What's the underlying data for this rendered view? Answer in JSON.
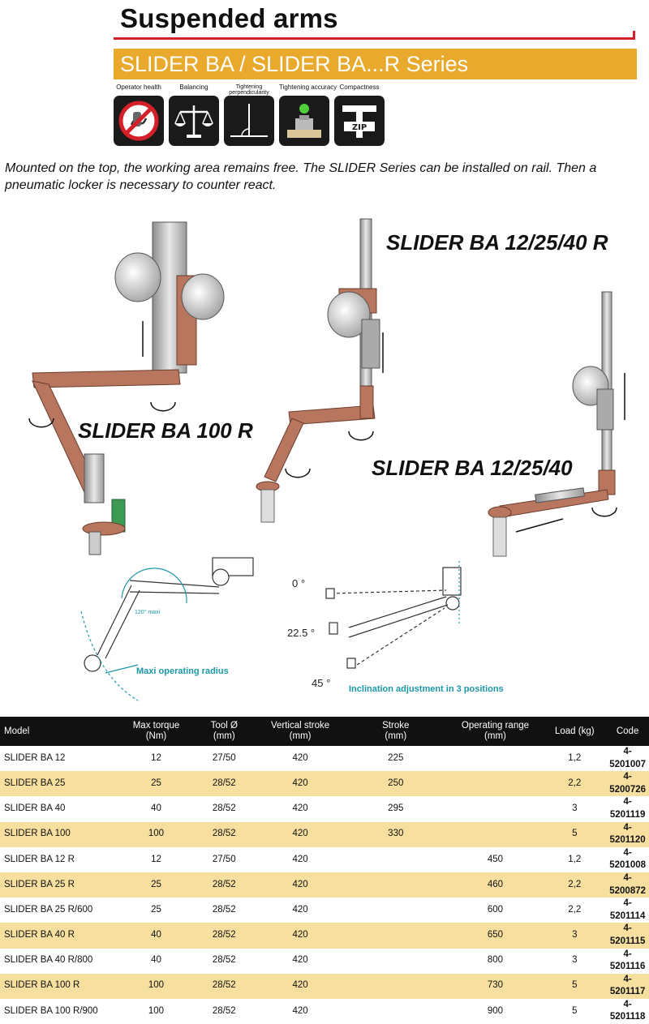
{
  "header": {
    "title": "Suspended arms",
    "series": "SLIDER BA / SLIDER BA...R Series"
  },
  "features": [
    {
      "label": "Operator health",
      "icon": "no-vibration-icon"
    },
    {
      "label": "Balancing",
      "icon": "balance-scale-icon"
    },
    {
      "label": "Tightening perpendicularity",
      "icon": "perpendicular-icon"
    },
    {
      "label": "Tightening accuracy",
      "icon": "accuracy-icon"
    },
    {
      "label": "Compactness",
      "icon": "zip-compact-icon"
    }
  ],
  "description": "Mounted on the top, the working area remains free. The SLIDER Series can be installed on rail. Then a pneumatic locker is necessary to counter react.",
  "products": {
    "r_series": "SLIDER BA 12/25/40 R",
    "ba100r": "SLIDER BA 100 R",
    "ba_series": "SLIDER BA 12/25/40"
  },
  "diagrams": {
    "radius_label": "Maxi operating radius",
    "angle_max": "120° maxi",
    "inclination_label": "Inclination adjustment in 3 positions",
    "angles": [
      "0 °",
      "22.5 °",
      "45 °"
    ]
  },
  "colors": {
    "banner": "#e8a92c",
    "accent_red": "#d42028",
    "row_alt": "#f7dfa0",
    "diagram_teal": "#1c97a8",
    "arm_copper": "#b8765f"
  },
  "table": {
    "headers": {
      "model": "Model",
      "torque": "Max torque\n(Nm)",
      "tool": "Tool Ø\n(mm)",
      "vstroke": "Vertical stroke\n(mm)",
      "stroke": "Stroke\n(mm)",
      "range": "Operating range\n(mm)",
      "load": "Load (kg)",
      "code": "Code"
    },
    "rows": [
      {
        "model": "SLIDER BA 12",
        "torque": "12",
        "tool": "27/50",
        "vstroke": "420",
        "stroke": "225",
        "range": "",
        "load": "1,2",
        "code": "4-5201007"
      },
      {
        "model": "SLIDER BA 25",
        "torque": "25",
        "tool": "28/52",
        "vstroke": "420",
        "stroke": "250",
        "range": "",
        "load": "2,2",
        "code": "4-5200726"
      },
      {
        "model": "SLIDER BA 40",
        "torque": "40",
        "tool": "28/52",
        "vstroke": "420",
        "stroke": "295",
        "range": "",
        "load": "3",
        "code": "4-5201119"
      },
      {
        "model": "SLIDER BA 100",
        "torque": "100",
        "tool": "28/52",
        "vstroke": "420",
        "stroke": "330",
        "range": "",
        "load": "5",
        "code": "4-5201120"
      },
      {
        "model": "SLIDER BA 12 R",
        "torque": "12",
        "tool": "27/50",
        "vstroke": "420",
        "stroke": "",
        "range": "450",
        "load": "1,2",
        "code": "4-5201008"
      },
      {
        "model": "SLIDER BA 25 R",
        "torque": "25",
        "tool": "28/52",
        "vstroke": "420",
        "stroke": "",
        "range": "460",
        "load": "2,2",
        "code": "4-5200872"
      },
      {
        "model": "SLIDER BA 25 R/600",
        "torque": "25",
        "tool": "28/52",
        "vstroke": "420",
        "stroke": "",
        "range": "600",
        "load": "2,2",
        "code": "4-5201114"
      },
      {
        "model": "SLIDER BA 40 R",
        "torque": "40",
        "tool": "28/52",
        "vstroke": "420",
        "stroke": "",
        "range": "650",
        "load": "3",
        "code": "4-5201115"
      },
      {
        "model": "SLIDER BA 40 R/800",
        "torque": "40",
        "tool": "28/52",
        "vstroke": "420",
        "stroke": "",
        "range": "800",
        "load": "3",
        "code": "4-5201116"
      },
      {
        "model": "SLIDER BA 100 R",
        "torque": "100",
        "tool": "28/52",
        "vstroke": "420",
        "stroke": "",
        "range": "730",
        "load": "5",
        "code": "4-5201117"
      },
      {
        "model": "SLIDER BA 100 R/900",
        "torque": "100",
        "tool": "28/52",
        "vstroke": "420",
        "stroke": "",
        "range": "900",
        "load": "5",
        "code": "4-5201118"
      }
    ]
  }
}
